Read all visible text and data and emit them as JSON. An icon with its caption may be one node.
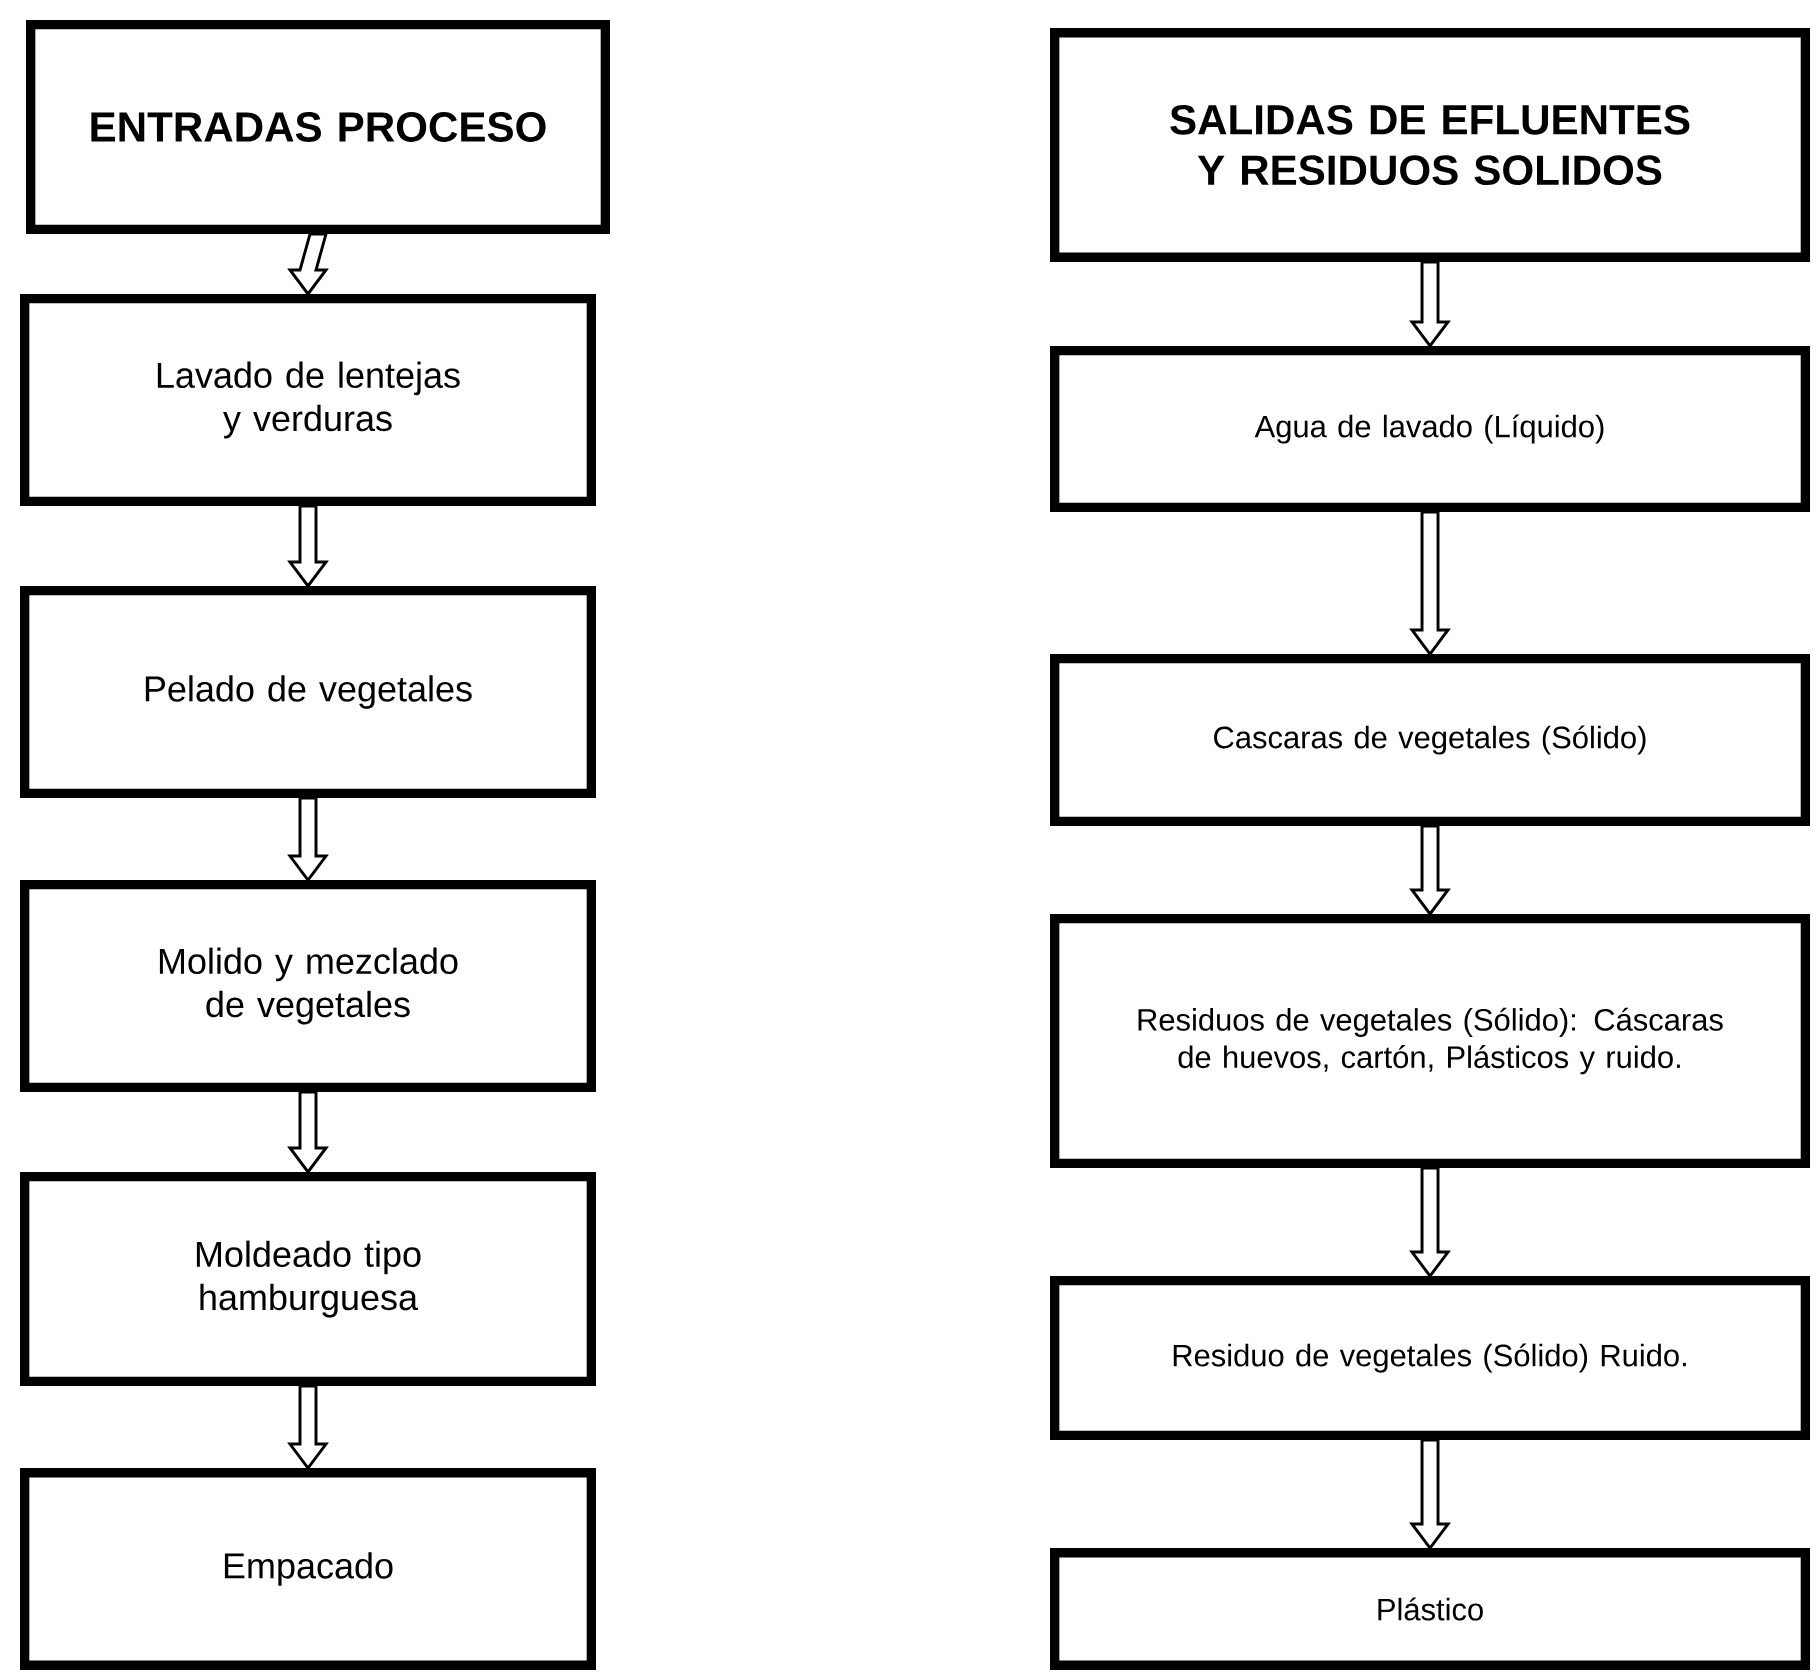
{
  "diagram": {
    "nodes": [
      {
        "text": [
          "ENTRADAS PROCESO"
        ]
      },
      {
        "text": [
          "Lavado de lentejas y verduras"
        ]
      },
      {
        "text": [
          "Pelado de vegetales"
        ]
      },
      {
        "text": [
          "Molido y mezclado de vegetales"
        ]
      },
      {
        "text": [
          "Moldeado tipo hamburguesa"
        ]
      },
      {
        "text": [
          "Empacado"
        ]
      },
      {
        "text": [
          "SALIDAS DE EFLUENTES Y RESIDUOS SOLIDOS"
        ]
      },
      {
        "text": [
          "Agua de lavado (Líquido)"
        ]
      },
      {
        "text": [
          "Cascaras de vegetales (Sólido)"
        ]
      },
      {
        "text": [
          "Residuos de vegetales (Sólido): Cáscaras de huevos, cartón, Plásticos y ruido."
        ]
      },
      {
        "text": [
          "Residuo de vegetales (Sólido) Ruido."
        ]
      },
      {
        "text": [
          "Plástico"
        ]
      }
    ],
    "edges": [
      {
        "from": 0,
        "to": 1,
        "arrow": "to"
      },
      {
        "from": 1,
        "to": 2,
        "arrow": "to"
      },
      {
        "from": 2,
        "to": 3,
        "arrow": "to"
      },
      {
        "from": 3,
        "to": 4,
        "arrow": "to"
      },
      {
        "from": 4,
        "to": 5,
        "arrow": "to"
      },
      {
        "from": 6,
        "to": 7,
        "arrow": "to"
      },
      {
        "from": 7,
        "to": 8,
        "arrow": "to"
      },
      {
        "from": 8,
        "to": 9,
        "arrow": "to"
      },
      {
        "from": 9,
        "to": 10,
        "arrow": "to"
      },
      {
        "from": 10,
        "to": 11,
        "arrow": "to"
      }
    ]
  }
}
